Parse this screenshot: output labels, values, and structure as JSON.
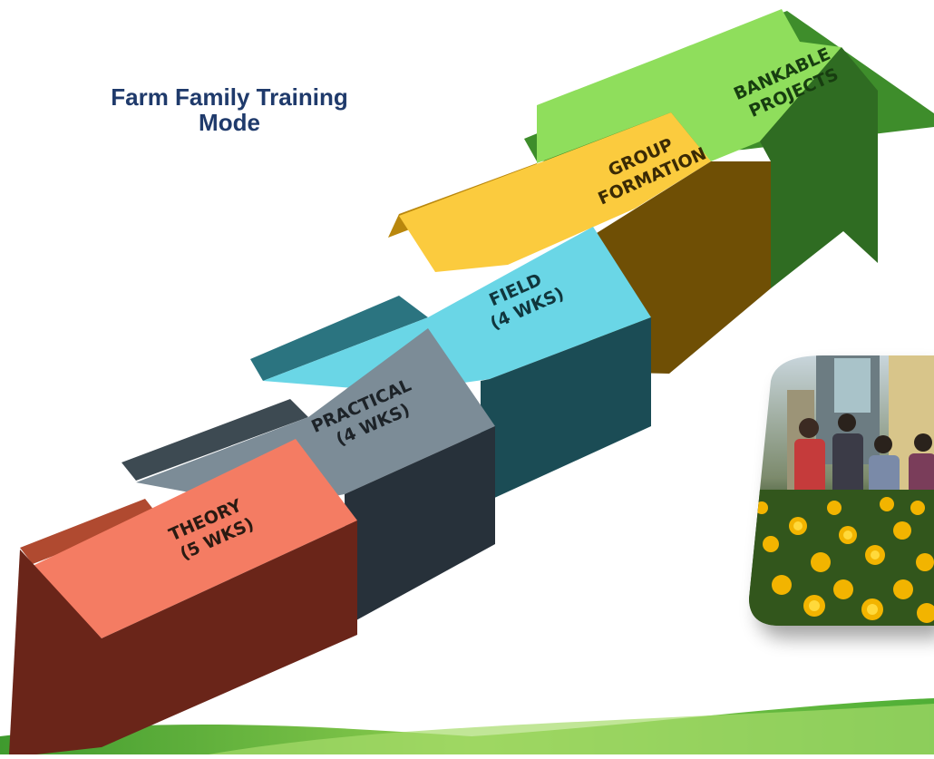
{
  "title": {
    "line1": "Farm Family Training",
    "line2": "Mode"
  },
  "steps": [
    {
      "id": "theory",
      "line1": "THEORY",
      "line2": "(5 WKS)",
      "colors": {
        "top": "#b04a30",
        "front": "#f47c63",
        "side": "#6a2519"
      }
    },
    {
      "id": "practical",
      "line1": "PRACTICAL",
      "line2": "(4 WKS)",
      "colors": {
        "top": "#3d4a52",
        "front": "#7c8c97",
        "side": "#27313a"
      }
    },
    {
      "id": "field",
      "line1": "FIELD",
      "line2": "(4 WKS)",
      "colors": {
        "top": "#2b7480",
        "front": "#6ad6e6",
        "side": "#1b4c55"
      }
    },
    {
      "id": "group-formation",
      "line1": "GROUP",
      "line2": "FORMATION",
      "colors": {
        "top": "#b9870d",
        "front": "#fbcb3e",
        "side": "#6f4f05"
      }
    },
    {
      "id": "bankable-projects",
      "line1": "BANKABLE",
      "line2": "PROJECTS",
      "colors": {
        "top": "#3e8d2b",
        "front": "#8fde5c",
        "side": "#2f6c22"
      }
    }
  ],
  "photo": {
    "alt_icon": "photo-icon"
  },
  "accent_colors": {
    "title": "#1f3a6b",
    "wave": "#6fc03f"
  }
}
